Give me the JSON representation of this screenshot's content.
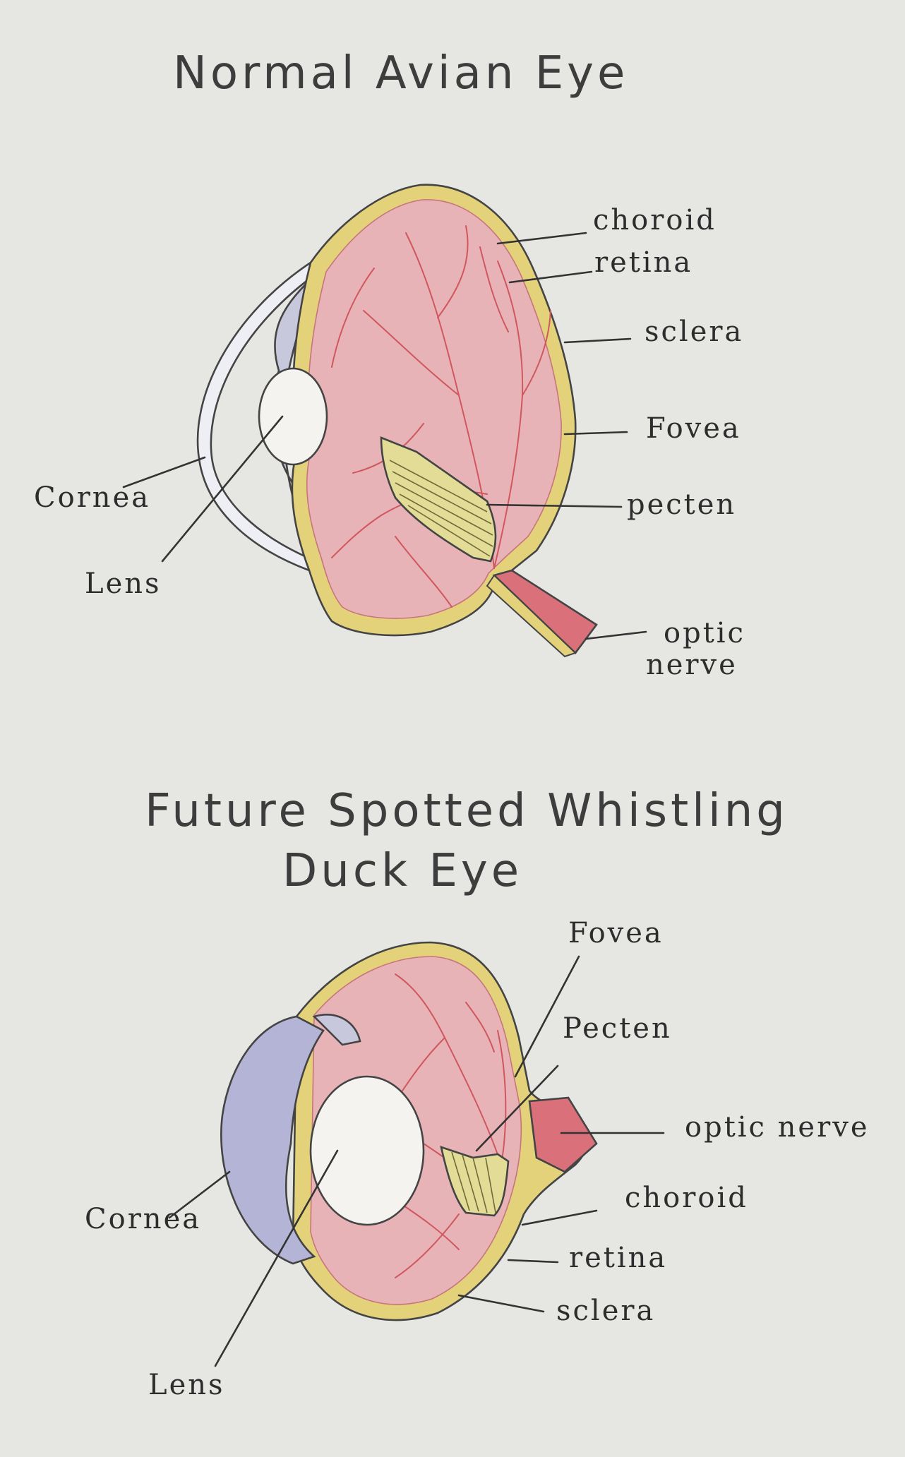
{
  "colors": {
    "paper": "#e6e6e3",
    "retina_fill": "#e7b3b6",
    "vessels": "#d0575f",
    "sclera_choroid": "#e3d27a",
    "optic_nerve": "#d9707a",
    "cornea_tint": "#b4b4d6",
    "pencil": "#333333"
  },
  "diagram1": {
    "title": "Normal Avian Eye",
    "labels": {
      "choroid": "choroid",
      "retina": "retina",
      "sclera": "sclera",
      "fovea": "Fovea",
      "pecten": "pecten",
      "optic_nerve_line1": "optic",
      "optic_nerve_line2": "nerve",
      "cornea": "Cornea",
      "lens": "Lens"
    }
  },
  "diagram2": {
    "title_line1": "Future Spotted Whistling",
    "title_line2": "Duck Eye",
    "labels": {
      "fovea": "Fovea",
      "pecten": "Pecten",
      "optic_nerve": "optic nerve",
      "choroid": "choroid",
      "retina": "retina",
      "sclera": "sclera",
      "cornea": "Cornea",
      "lens": "Lens"
    }
  }
}
